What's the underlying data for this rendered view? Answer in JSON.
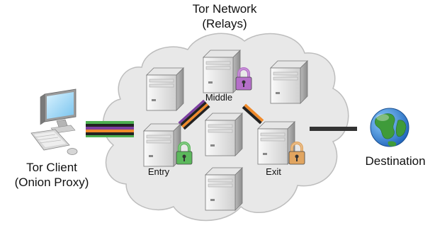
{
  "title": {
    "line1": "Tor Network",
    "line2": "(Relays)"
  },
  "client": {
    "line1": "Tor Client",
    "line2": "(Onion Proxy)"
  },
  "destination": "Destination",
  "relays": {
    "entry": "Entry",
    "middle": "Middle",
    "exit": "Exit"
  },
  "lock_colors": {
    "entry": "#5cb85c",
    "middle": "#b56fc9",
    "exit": "#e1a560"
  },
  "circuit_colors": [
    "#4caf50",
    "#7b3fa0",
    "#f08a2a",
    "#222222"
  ],
  "icons": [
    "computer-icon",
    "server-icon",
    "lock-icon",
    "globe-icon"
  ]
}
